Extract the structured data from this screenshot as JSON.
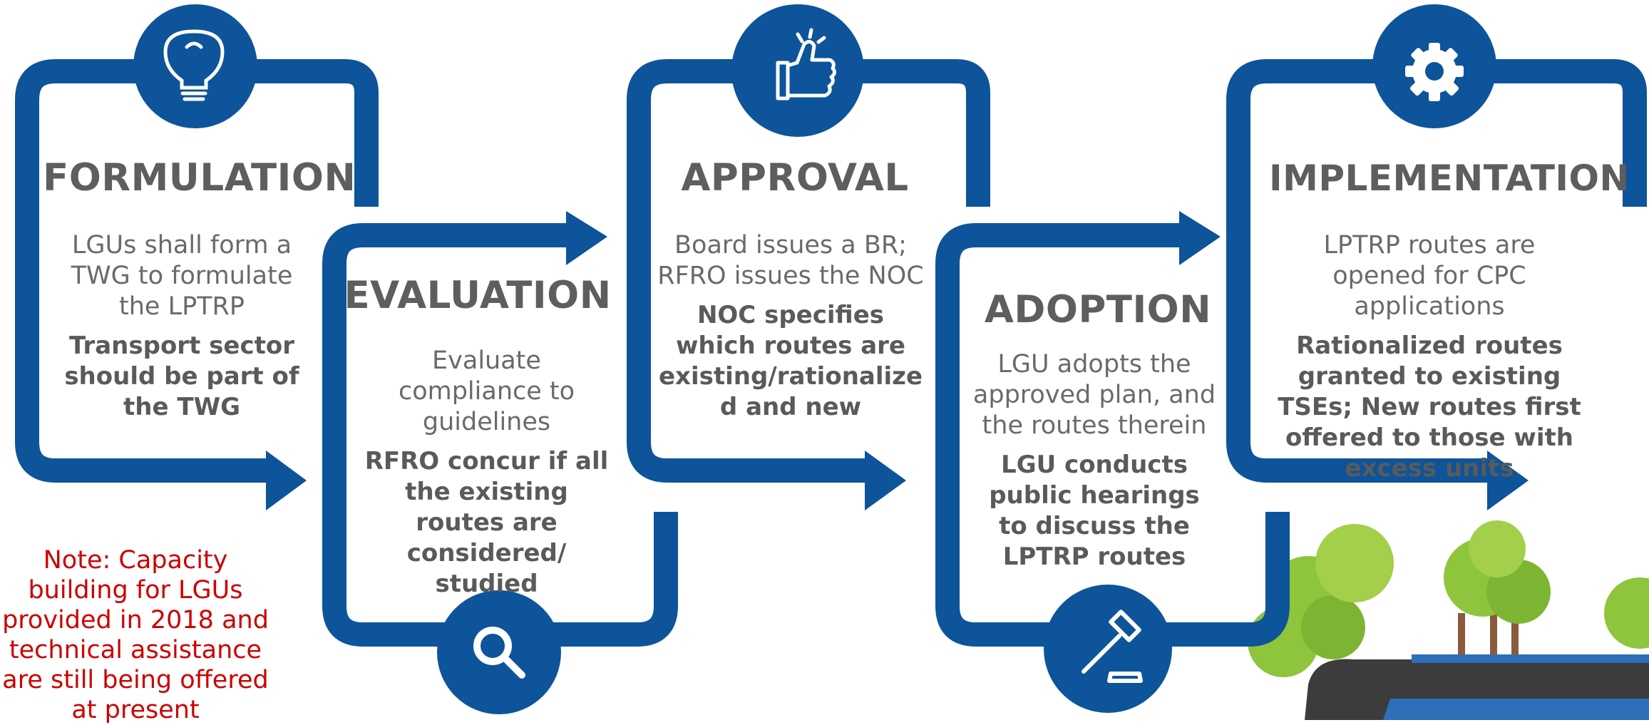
{
  "colors": {
    "accent": "#0d549a",
    "heading": "#5e5e5e",
    "body_text": "#6a6a6a",
    "note": "#cc0000",
    "tree_green": "#8fc43d",
    "trunk": "#8b5a3c"
  },
  "steps": [
    {
      "title": "FORMULATION",
      "icon": "lightbulb-icon",
      "description": "LGUs shall form a TWG to formulate the LPTRP",
      "note": "Transport sector should be part of the TWG"
    },
    {
      "title": "EVALUATION",
      "icon": "magnifier-icon",
      "description": "Evaluate compliance to guidelines",
      "note": "RFRO concur if all the existing routes are considered/ studied"
    },
    {
      "title": "APPROVAL",
      "icon": "thumbs-up-icon",
      "description": "Board issues a BR; RFRO issues the NOC",
      "note": "NOC specifies which routes are existing/rationalize d and new"
    },
    {
      "title": "ADOPTION",
      "icon": "gavel-icon",
      "description": "LGU adopts the approved plan, and the routes therein",
      "note": "LGU conducts public hearings to discuss the LPTRP routes"
    },
    {
      "title": "IMPLEMENTATION",
      "icon": "gear-icon",
      "description": "LPTRP routes are opened for CPC applications",
      "note": "Rationalized routes granted to existing TSEs; New routes first offered to those with excess units"
    }
  ],
  "side_note": "Note: Capacity building for LGUs provided in 2018 and technical assistance are still being offered at present"
}
